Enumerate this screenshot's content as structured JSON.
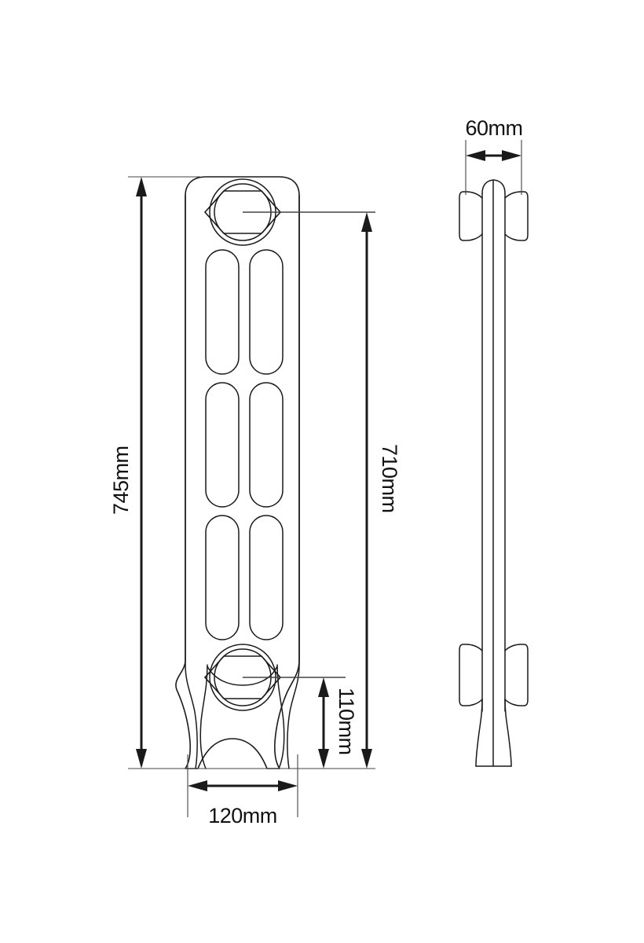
{
  "drawing": {
    "title": "Cast iron column radiator dimensioned drawing",
    "units": "mm",
    "line_color": "#1a1a1a",
    "background_color": "#ffffff",
    "views": [
      {
        "name": "front-elevation",
        "label": ""
      },
      {
        "name": "side-elevation",
        "label": ""
      }
    ]
  },
  "dimensions": {
    "overall_height": {
      "value": "745mm",
      "view": "front-elevation",
      "orientation": "vertical",
      "text_rotation": -90
    },
    "centre_to_centre_height": {
      "value": "710mm",
      "view": "front-elevation",
      "orientation": "vertical",
      "text_rotation": 90
    },
    "foot_to_lower_centre_height": {
      "value": "110mm",
      "view": "front-elevation",
      "orientation": "vertical",
      "text_rotation": 90
    },
    "overall_width": {
      "value": "120mm",
      "view": "front-elevation",
      "orientation": "horizontal",
      "text_rotation": 0
    },
    "depth": {
      "value": "60mm",
      "view": "side-elevation",
      "orientation": "horizontal",
      "text_rotation": 0
    }
  }
}
